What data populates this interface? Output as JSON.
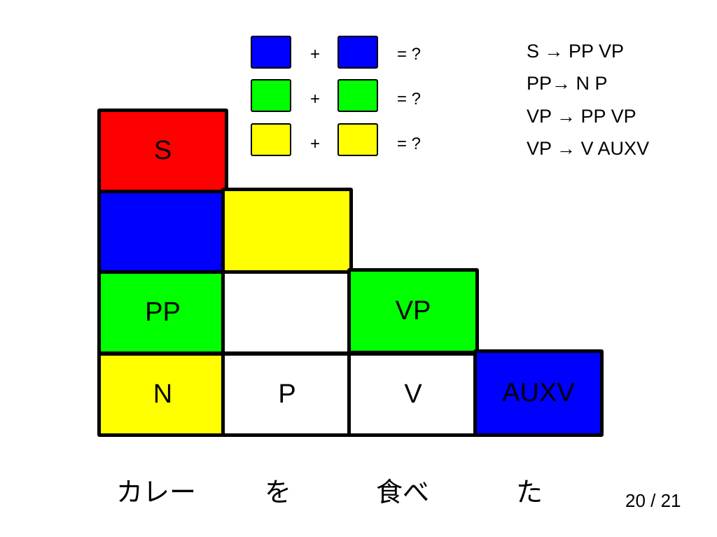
{
  "colors": {
    "red": "#ff0000",
    "blue": "#0000ff",
    "green": "#00ff00",
    "yellow": "#ffff00",
    "white": "#ffffff"
  },
  "chart_grid": {
    "row_S": [
      {
        "label": "S",
        "color": "red"
      }
    ],
    "row_2": [
      {
        "label": "",
        "color": "blue"
      },
      {
        "label": "",
        "color": "yellow"
      }
    ],
    "row_3": [
      {
        "label": "PP",
        "color": "green"
      },
      {
        "label": "",
        "color": "white"
      },
      {
        "label": "VP",
        "color": "green"
      }
    ],
    "row_4": [
      {
        "label": "N",
        "color": "yellow"
      },
      {
        "label": "P",
        "color": "white"
      },
      {
        "label": "V",
        "color": "white"
      },
      {
        "label": "AUXV",
        "color": "blue"
      }
    ]
  },
  "legend": {
    "rows": [
      {
        "color": "blue",
        "plus": "+",
        "result": "= ?"
      },
      {
        "color": "green",
        "plus": "+",
        "result": "= ?"
      },
      {
        "color": "yellow",
        "plus": "+",
        "result": "= ?"
      }
    ]
  },
  "rules": [
    "S → PP VP",
    "PP→ N P",
    "VP → PP VP",
    "VP → V AUXV"
  ],
  "words": [
    "カレー",
    "を",
    "食べ",
    "た"
  ],
  "page": "20 / 21"
}
